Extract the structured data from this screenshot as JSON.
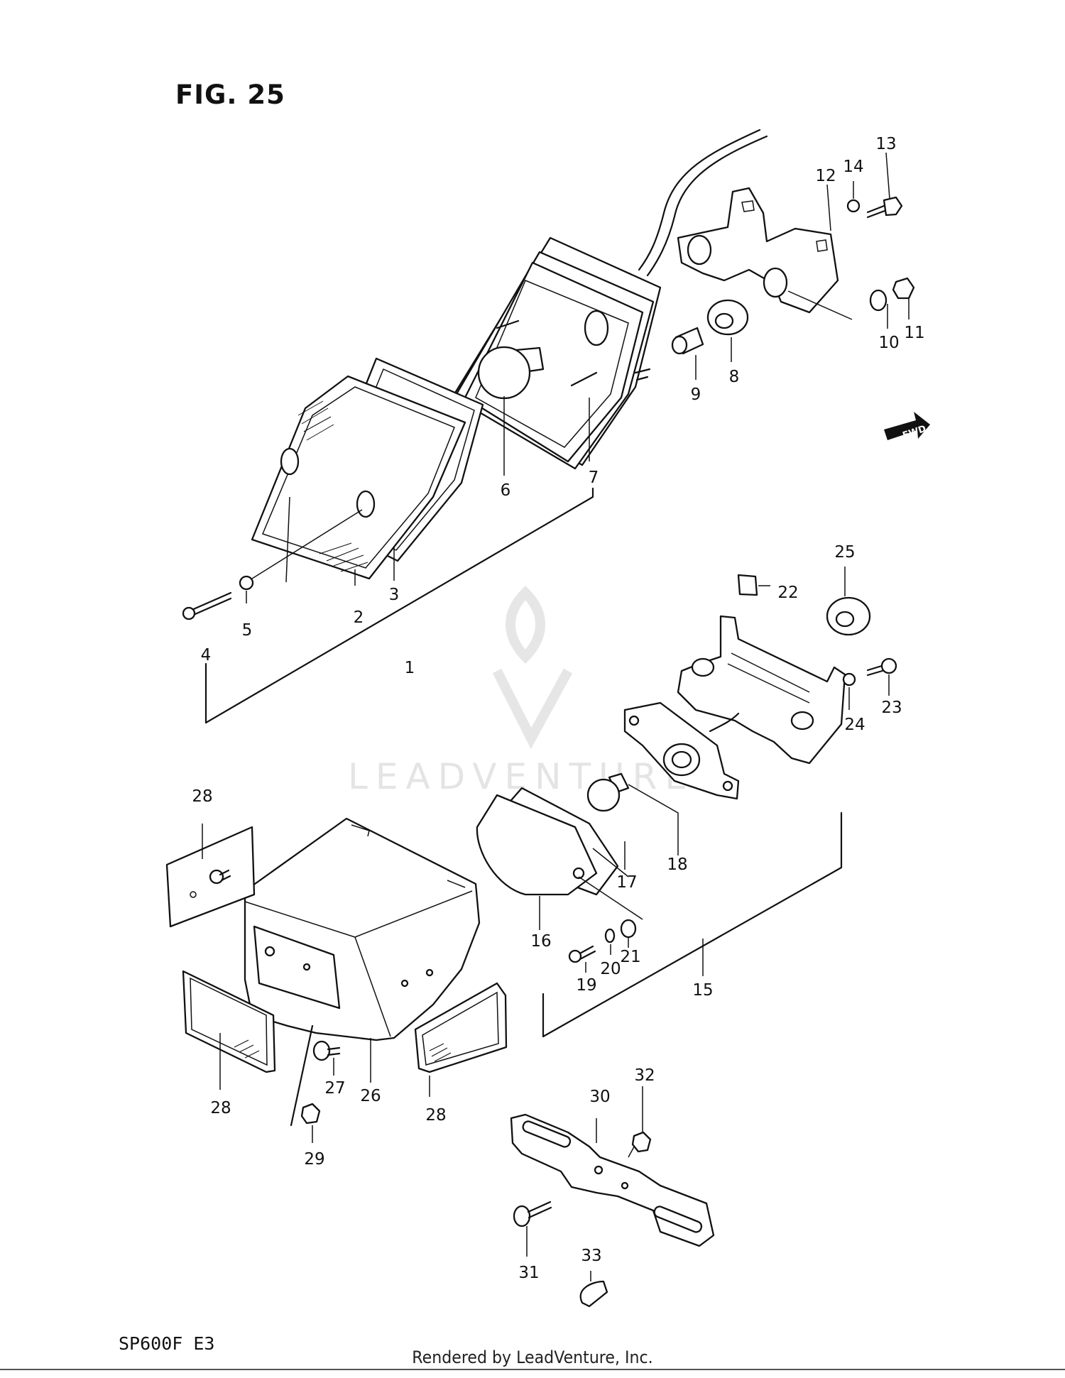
{
  "figure": {
    "title": "FIG. 25",
    "model": "SP600F  E3",
    "fwd_label": "FWD"
  },
  "footer": {
    "credit": "Rendered by LeadVenture, Inc."
  },
  "watermark": {
    "text": "LEADVENTURE"
  },
  "parts": [
    "1",
    "2",
    "3",
    "4",
    "5",
    "6",
    "7",
    "8",
    "9",
    "10",
    "11",
    "12",
    "13",
    "14",
    "15",
    "16",
    "17",
    "18",
    "19",
    "20",
    "21",
    "22",
    "23",
    "24",
    "25",
    "26",
    "27",
    "28",
    "28",
    "28",
    "29",
    "30",
    "31",
    "32",
    "33"
  ]
}
